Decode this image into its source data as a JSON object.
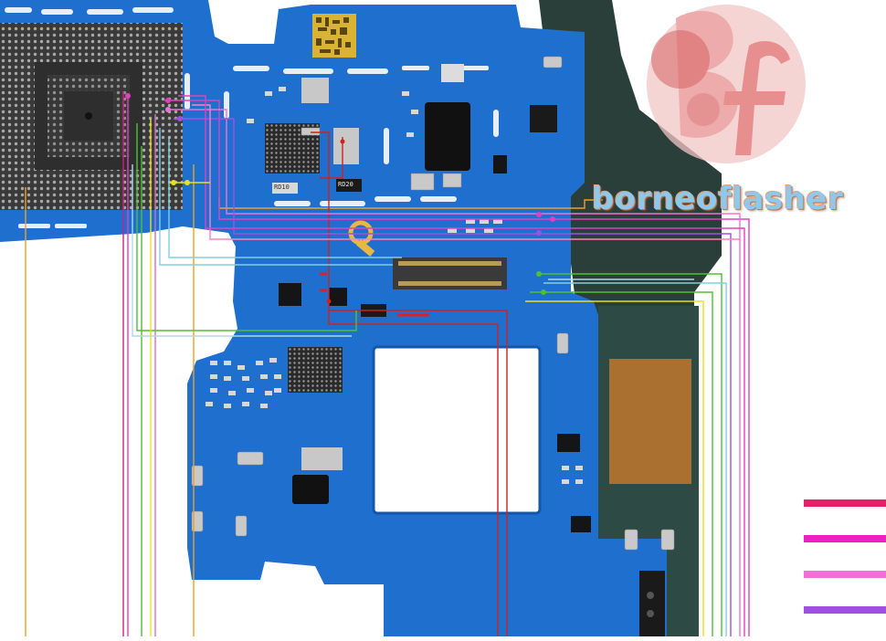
{
  "image": {
    "description_tag": "pcb-schematic",
    "watermark": {
      "monogram": "BF",
      "text": "borneoflasher"
    },
    "component_markings": [
      "RD10",
      "RD20"
    ]
  },
  "colors": {
    "board": "#1f6fcf",
    "board_dark": "#1456a8",
    "trace_orange": "#f0a020",
    "trace_red": "#d02020",
    "trace_magenta": "#e040c0",
    "trace_pink": "#ff80c0",
    "trace_green": "#50c030",
    "trace_yellow": "#e8e020",
    "trace_cyan": "#80d0e0",
    "legend_1": "#e8206a",
    "legend_2": "#f020c0",
    "legend_3": "#f070d8",
    "legend_4": "#a050e0"
  }
}
